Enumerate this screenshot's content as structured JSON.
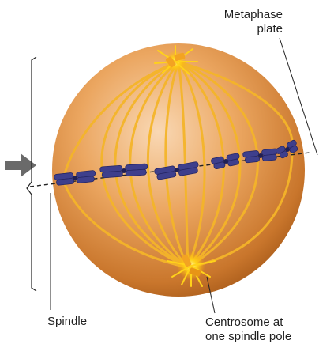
{
  "labels": {
    "metaphase_plate": [
      "Metaphase",
      "plate"
    ],
    "spindle": "Spindle",
    "centrosome": [
      "Centrosome at",
      "one spindle pole"
    ]
  },
  "colors": {
    "cell_light": "#f6c89a",
    "cell_mid": "#e59a52",
    "cell_dark": "#b8661f",
    "spindle_fiber": "#f4b52a",
    "centrosome": "#ffd21a",
    "chromosome": "#3e3f8c",
    "arrow": "#6a6a6a",
    "leader_line": "#222222"
  },
  "icons": {
    "pointer": "arrow-right-icon"
  }
}
